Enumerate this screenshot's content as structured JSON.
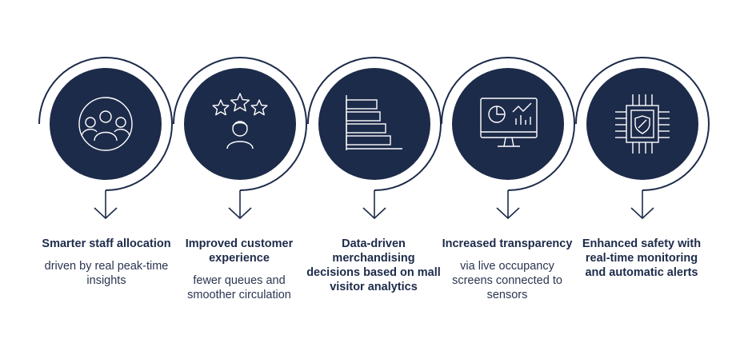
{
  "colors": {
    "navy": "#1d2b4a",
    "ring": "#1d2b4a",
    "icon": "#ffffff"
  },
  "steps": [
    {
      "icon": "people-group-icon",
      "title": "Smarter staff allocation",
      "desc": "driven by real peak-time insights"
    },
    {
      "icon": "customer-rating-stars-icon",
      "title": "Improved customer experience",
      "desc": "fewer queues and smoother circulation"
    },
    {
      "icon": "bar-chart-icon",
      "title": "Data-driven merchandising decisions based on mall visitor analytics",
      "desc": ""
    },
    {
      "icon": "monitor-dashboard-icon",
      "title": "Increased transparency",
      "desc": "via live occupancy screens connected to sensors"
    },
    {
      "icon": "chip-shield-icon",
      "title": "Enhanced safety with real-time monitoring and automatic alerts",
      "desc": ""
    }
  ]
}
